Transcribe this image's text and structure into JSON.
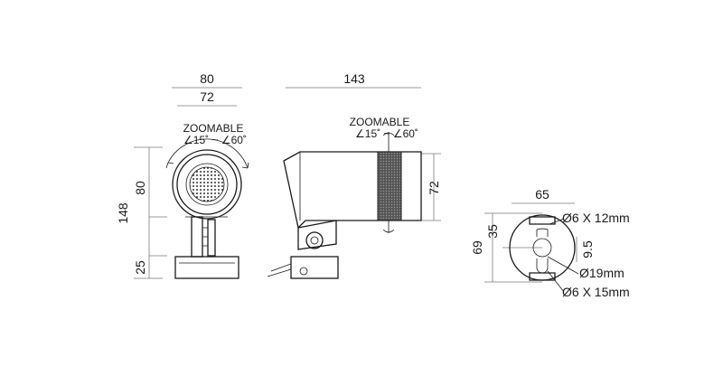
{
  "front_view": {
    "width_outer": "80",
    "width_inner": "72",
    "height_total": "148",
    "height_head": "80",
    "height_base": "25",
    "zoom_title": "ZOOMABLE",
    "zoom_range": "∠15˚ ~ ∠60˚"
  },
  "side_view": {
    "length": "143",
    "head_height": "72",
    "zoom_title": "ZOOMABLE",
    "zoom_range": "∠15˚ ~ ∠60˚"
  },
  "base_view": {
    "width": "65",
    "height_total": "69",
    "height_half": "35",
    "slot_gap": "9.5",
    "hole_top": "Ø6 X 12mm",
    "center_hole": "Ø19mm",
    "hole_bottom": "Ø6 X 15mm"
  }
}
